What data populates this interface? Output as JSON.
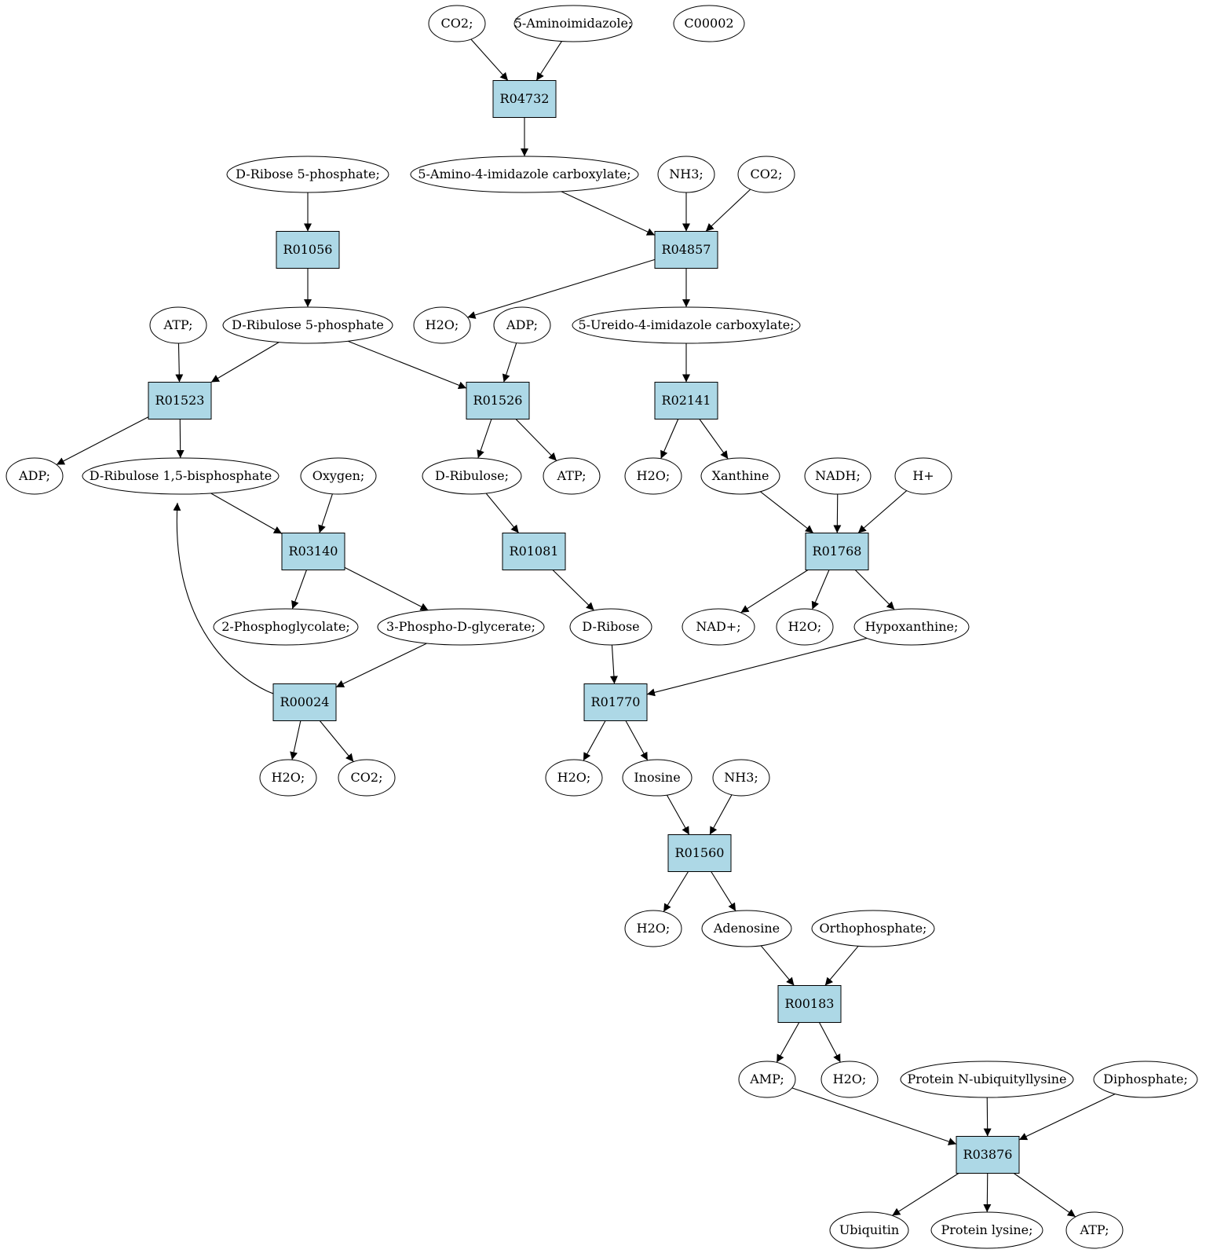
{
  "compounds": [
    {
      "id": "c_co2_top",
      "label": "CO2;"
    },
    {
      "id": "c_5aminoimid",
      "label": "5-Aminoimidazole;"
    },
    {
      "id": "c_c00002",
      "label": "C00002",
      "fill": "#ffff00"
    },
    {
      "id": "c_ribose5p",
      "label": "D-Ribose 5-phosphate;",
      "fill": "#00ee00"
    },
    {
      "id": "c_5a4ic",
      "label": "5-Amino-4-imidazole carboxylate;"
    },
    {
      "id": "c_nh3_1",
      "label": "NH3;"
    },
    {
      "id": "c_co2_2",
      "label": "CO2;"
    },
    {
      "id": "c_atp_1",
      "label": "ATP;"
    },
    {
      "id": "c_ribulose5p",
      "label": "D-Ribulose 5-phosphate"
    },
    {
      "id": "c_h2o_1",
      "label": "H2O;"
    },
    {
      "id": "c_adp_1",
      "label": "ADP;"
    },
    {
      "id": "c_5u4ic",
      "label": "5-Ureido-4-imidazole carboxylate;"
    },
    {
      "id": "c_adp_2",
      "label": "ADP;"
    },
    {
      "id": "c_rubp",
      "label": "D-Ribulose 1,5-bisphosphate"
    },
    {
      "id": "c_oxygen",
      "label": "Oxygen;"
    },
    {
      "id": "c_ribulose",
      "label": "D-Ribulose;"
    },
    {
      "id": "c_atp_2",
      "label": "ATP;"
    },
    {
      "id": "c_h2o_2",
      "label": "H2O;"
    },
    {
      "id": "c_xanthine",
      "label": "Xanthine"
    },
    {
      "id": "c_nadh",
      "label": "NADH;"
    },
    {
      "id": "c_hplus",
      "label": "H+"
    },
    {
      "id": "c_2pg",
      "label": "2-Phosphoglycolate;"
    },
    {
      "id": "c_3pg",
      "label": "3-Phospho-D-glycerate;"
    },
    {
      "id": "c_dribose",
      "label": "D-Ribose"
    },
    {
      "id": "c_nadp",
      "label": "NAD+;"
    },
    {
      "id": "c_h2o_3",
      "label": "H2O;"
    },
    {
      "id": "c_hypox",
      "label": "Hypoxanthine;"
    },
    {
      "id": "c_h2o_4",
      "label": "H2O;"
    },
    {
      "id": "c_co2_3",
      "label": "CO2;"
    },
    {
      "id": "c_h2o_5",
      "label": "H2O;"
    },
    {
      "id": "c_inosine",
      "label": "Inosine"
    },
    {
      "id": "c_nh3_2",
      "label": "NH3;"
    },
    {
      "id": "c_h2o_6",
      "label": "H2O;"
    },
    {
      "id": "c_adenosine",
      "label": "Adenosine"
    },
    {
      "id": "c_orthophos",
      "label": "Orthophosphate;"
    },
    {
      "id": "c_amp",
      "label": "AMP;"
    },
    {
      "id": "c_h2o_7",
      "label": "H2O;"
    },
    {
      "id": "c_protubq",
      "label": "Protein N-ubiquityllysine"
    },
    {
      "id": "c_diphos",
      "label": "Diphosphate;"
    },
    {
      "id": "c_ubiquitin",
      "label": "Ubiquitin"
    },
    {
      "id": "c_protlys",
      "label": "Protein lysine;"
    },
    {
      "id": "c_atp_3",
      "label": "ATP;"
    }
  ],
  "reactions": [
    {
      "id": "r_R04732",
      "label": "R04732"
    },
    {
      "id": "r_R01056",
      "label": "R01056"
    },
    {
      "id": "r_R04857",
      "label": "R04857"
    },
    {
      "id": "r_R01523",
      "label": "R01523"
    },
    {
      "id": "r_R01526",
      "label": "R01526"
    },
    {
      "id": "r_R02141",
      "label": "R02141"
    },
    {
      "id": "r_R03140",
      "label": "R03140"
    },
    {
      "id": "r_R01081",
      "label": "R01081"
    },
    {
      "id": "r_R01768",
      "label": "R01768"
    },
    {
      "id": "r_R00024",
      "label": "R00024"
    },
    {
      "id": "r_R01770",
      "label": "R01770"
    },
    {
      "id": "r_R01560",
      "label": "R01560"
    },
    {
      "id": "r_R00183",
      "label": "R00183"
    },
    {
      "id": "r_R03876",
      "label": "R03876"
    }
  ],
  "edges": [
    [
      "c_co2_top",
      "r_R04732"
    ],
    [
      "c_5aminoimid",
      "r_R04732"
    ],
    [
      "r_R04732",
      "c_5a4ic"
    ],
    [
      "c_ribose5p",
      "r_R01056"
    ],
    [
      "r_R01056",
      "c_ribulose5p"
    ],
    [
      "c_5a4ic",
      "r_R04857"
    ],
    [
      "c_nh3_1",
      "r_R04857"
    ],
    [
      "c_co2_2",
      "r_R04857"
    ],
    [
      "r_R04857",
      "c_h2o_1"
    ],
    [
      "r_R04857",
      "c_5u4ic"
    ],
    [
      "c_atp_1",
      "r_R01523"
    ],
    [
      "c_ribulose5p",
      "r_R01523"
    ],
    [
      "r_R01523",
      "c_adp_2"
    ],
    [
      "r_R01523",
      "c_rubp"
    ],
    [
      "c_ribulose5p",
      "r_R01526"
    ],
    [
      "c_adp_1",
      "r_R01526"
    ],
    [
      "r_R01526",
      "c_ribulose"
    ],
    [
      "r_R01526",
      "c_atp_2"
    ],
    [
      "c_5u4ic",
      "r_R02141"
    ],
    [
      "r_R02141",
      "c_h2o_2"
    ],
    [
      "r_R02141",
      "c_xanthine"
    ],
    [
      "c_rubp",
      "r_R03140"
    ],
    [
      "c_oxygen",
      "r_R03140"
    ],
    [
      "r_R03140",
      "c_2pg"
    ],
    [
      "r_R03140",
      "c_3pg"
    ],
    [
      "c_ribulose",
      "r_R01081"
    ],
    [
      "r_R01081",
      "c_dribose"
    ],
    [
      "c_xanthine",
      "r_R01768"
    ],
    [
      "c_nadh",
      "r_R01768"
    ],
    [
      "c_hplus",
      "r_R01768"
    ],
    [
      "r_R01768",
      "c_nadp"
    ],
    [
      "r_R01768",
      "c_h2o_3"
    ],
    [
      "r_R01768",
      "c_hypox"
    ],
    [
      "c_3pg",
      "r_R00024"
    ],
    [
      "r_R00024",
      "c_rubp"
    ],
    [
      "r_R00024",
      "c_h2o_4"
    ],
    [
      "r_R00024",
      "c_co2_3"
    ],
    [
      "c_dribose",
      "r_R01770"
    ],
    [
      "c_hypox",
      "r_R01770"
    ],
    [
      "r_R01770",
      "c_h2o_5"
    ],
    [
      "r_R01770",
      "c_inosine"
    ],
    [
      "c_inosine",
      "r_R01560"
    ],
    [
      "c_nh3_2",
      "r_R01560"
    ],
    [
      "r_R01560",
      "c_h2o_6"
    ],
    [
      "r_R01560",
      "c_adenosine"
    ],
    [
      "c_adenosine",
      "r_R00183"
    ],
    [
      "c_orthophos",
      "r_R00183"
    ],
    [
      "r_R00183",
      "c_amp"
    ],
    [
      "r_R00183",
      "c_h2o_7"
    ],
    [
      "c_amp",
      "r_R03876"
    ],
    [
      "c_protubq",
      "r_R03876"
    ],
    [
      "c_diphos",
      "r_R03876"
    ],
    [
      "r_R03876",
      "c_ubiquitin"
    ],
    [
      "r_R03876",
      "c_protlys"
    ],
    [
      "r_R03876",
      "c_atp_3"
    ]
  ]
}
